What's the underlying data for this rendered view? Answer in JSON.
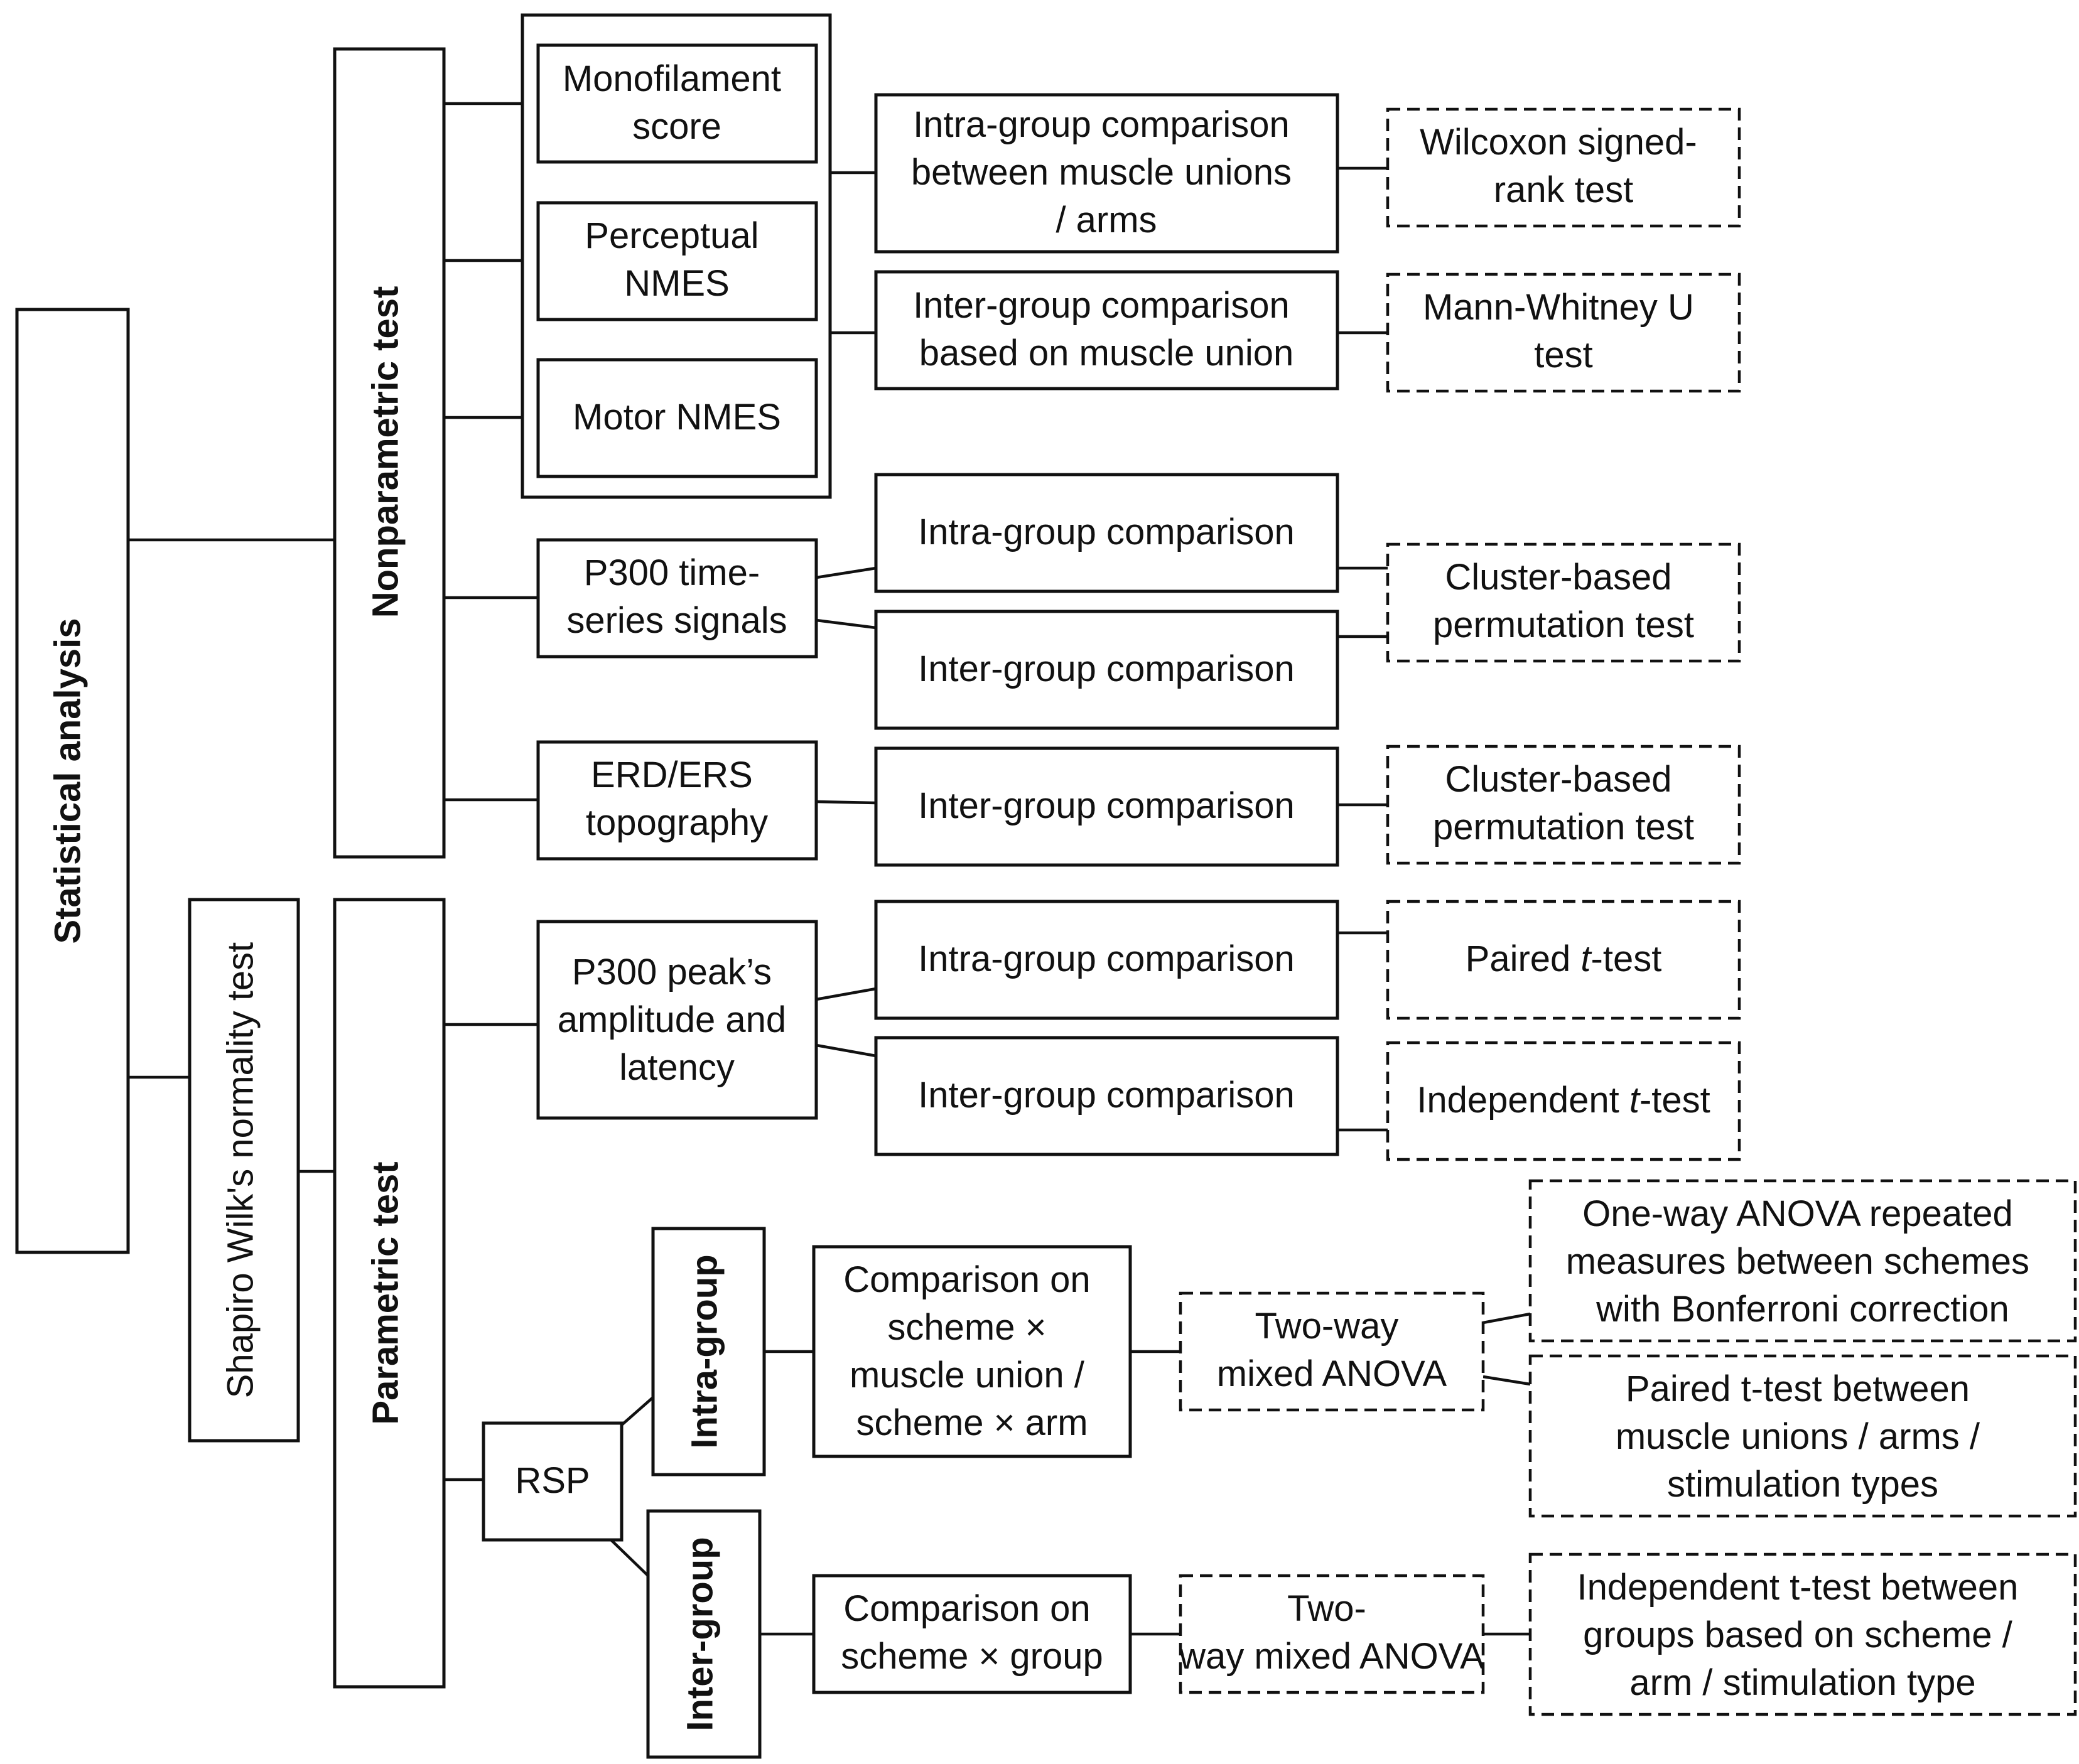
{
  "root": {
    "label": "Statistical analysis"
  },
  "normality": {
    "label": "Shapiro Wilk's normality test"
  },
  "nonparametric": {
    "label": "Nonparametric test",
    "vars": {
      "monofilament": [
        "Monofilament",
        "score"
      ],
      "perceptual": [
        "Perceptual",
        "NMES"
      ],
      "motor": [
        "Motor NMES"
      ]
    },
    "intra": [
      "Intra-group comparison",
      "between muscle unions",
      "/ arms"
    ],
    "wilcoxon": [
      "Wilcoxon signed-",
      "rank test"
    ],
    "inter": [
      "Inter-group comparison",
      "based on muscle union"
    ],
    "mannwhitney": [
      "Mann-Whitney U",
      "test"
    ],
    "p300ts": [
      "P300 time-",
      "series signals"
    ],
    "p300ts_intra": [
      "Intra-group comparison"
    ],
    "p300ts_inter": [
      "Inter-group comparison"
    ],
    "cluster1": [
      "Cluster-based",
      "permutation test"
    ],
    "erd": [
      "ERD/ERS",
      "topography"
    ],
    "erd_inter": [
      "Inter-group comparison"
    ],
    "cluster2": [
      "Cluster-based",
      "permutation test"
    ]
  },
  "parametric": {
    "label": "Parametric test",
    "p300peak": [
      "P300 peak’s",
      "amplitude and",
      "latency"
    ],
    "peak_intra": [
      "Intra-group comparison"
    ],
    "paired": {
      "pre": "Paired ",
      "italic": "t",
      "post": "-test"
    },
    "peak_inter": [
      "Inter-group comparison"
    ],
    "independent": {
      "pre": "Independent ",
      "italic": "t",
      "post": "-test"
    },
    "rsp": [
      "RSP"
    ],
    "intragroup": "Intra-group",
    "intergroup": "Inter-group",
    "cmp_intra": [
      "Comparison on",
      "scheme ×",
      "muscle union /",
      "scheme × arm"
    ],
    "anova_intra": [
      "Two-way",
      "mixed ANOVA"
    ],
    "oneway": [
      "One-way ANOVA repeated",
      "measures between schemes",
      "with Bonferroni correction"
    ],
    "pairedbetween": [
      "Paired t-test between",
      "muscle unions / arms /",
      "stimulation types"
    ],
    "cmp_inter": [
      "Comparison on",
      "scheme × group"
    ],
    "anova_inter": [
      "Two-",
      "way mixed ANOVA"
    ],
    "indep_between": [
      "Independent t-test between",
      "groups based on scheme /",
      "arm / stimulation type"
    ]
  }
}
